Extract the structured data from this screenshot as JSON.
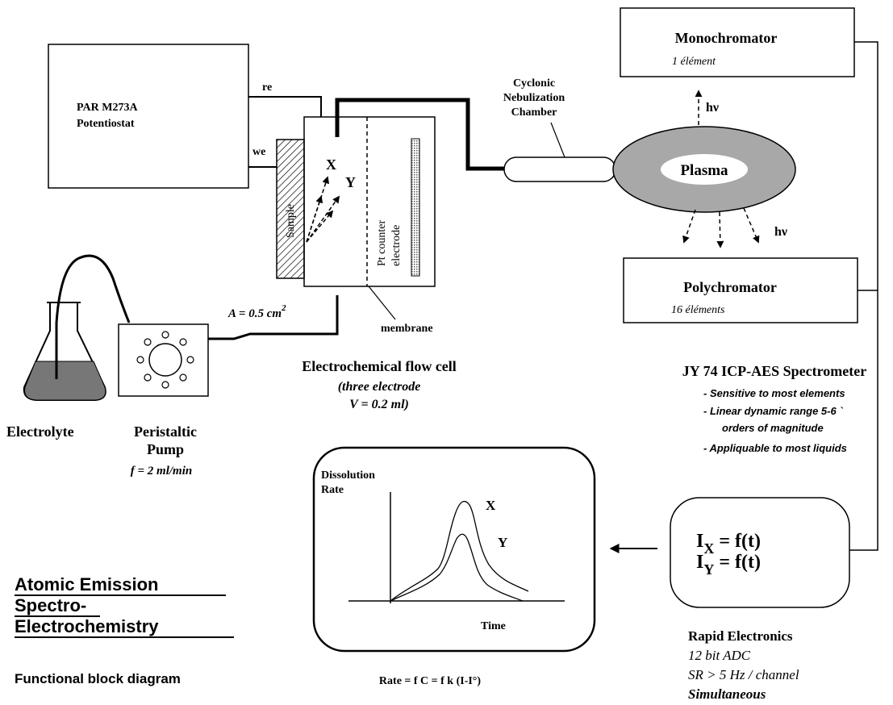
{
  "potentiostat": {
    "line1": "PAR M273A",
    "line2": "Potentiostat"
  },
  "wires": {
    "re": "re",
    "we": "we"
  },
  "cell": {
    "sample": "Sample",
    "counter_line1": "Pt counter",
    "counter_line2": "electrode",
    "x": "X",
    "y": "Y",
    "area": "A = 0.5 cm",
    "area_exp": "2",
    "membrane": "membrane",
    "title": "Electrochemical flow cell",
    "sub1": "(three electrode",
    "sub2": "V = 0.2 ml)"
  },
  "electrolyte": "Electrolyte",
  "pump": {
    "line1": "Peristaltic",
    "line2": "Pump",
    "flow": "f = 2 ml/min"
  },
  "nebulizer": {
    "line1": "Cyclonic",
    "line2": "Nebulization",
    "line3": "Chamber"
  },
  "plasma": "Plasma",
  "hv": "hν",
  "monochromator": {
    "title": "Monochromator",
    "sub": "1 élément"
  },
  "polychromator": {
    "title": "Polychromator",
    "sub": "16 éléments"
  },
  "spectrometer": {
    "title": "JY 74  ICP-AES Spectrometer",
    "b1": "- Sensitive to most elements",
    "b2": "- Linear dynamic range 5-6 `",
    "b3": "orders of magnitude",
    "b4": "- Appliquable to most liquids"
  },
  "electronics_box": {
    "ix": "I",
    "ix_sub": "X",
    "fx": " = f(t)",
    "iy": "I",
    "iy_sub": "Y",
    "fy": " = f(t)"
  },
  "electronics": {
    "title": "Rapid Electronics",
    "l1": "12 bit ADC",
    "l2": "SR > 5 Hz / channel",
    "l3": "Simultaneous"
  },
  "plot": {
    "ylabel1": "Dissolution",
    "ylabel2": "Rate",
    "xlabel": "Time",
    "x": "X",
    "y": "Y"
  },
  "formula": "Rate = f C = f k (I-I°)",
  "title": {
    "l1": "Atomic Emission",
    "l2": "Spectro-",
    "l3": "Electrochemistry",
    "sub": "Functional block diagram"
  }
}
